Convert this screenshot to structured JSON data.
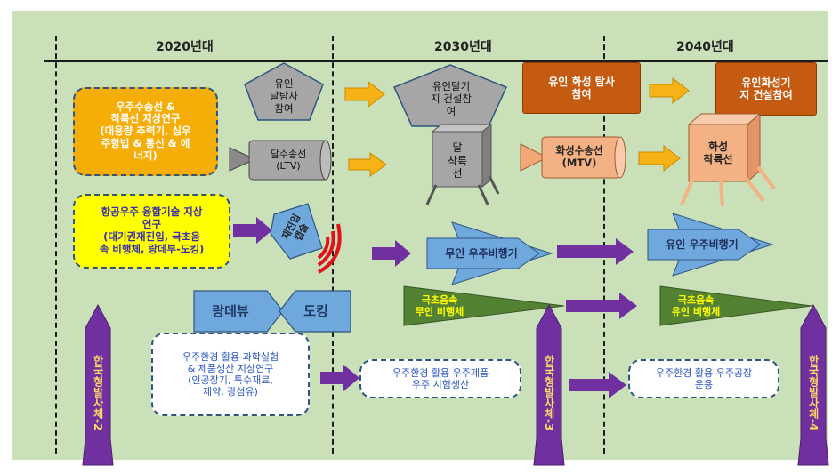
{
  "decades": [
    "2020년대",
    "2030년대",
    "2040년대"
  ],
  "col2020": {
    "orbit_box": "우주수송선 &\n착륙선 지상연구\n(대용량 추력기, 심우\n주항법 & 통신 &    에\n너지)",
    "manned_lunar_probe": "유인\n달탐사\n참여",
    "lunar_transfer_vehicle": "달수송선\n(LTV)",
    "aerospace_box": "항공우주 융합기술 지상\n연구\n(대기권재진입, 극초음\n속 비행체, 랑데부-도킹)",
    "reentry_capsule": "재진입\n캡슐",
    "rendezvous": "랑데뷰",
    "docking": "도킹",
    "space_env_box": "우주환경 활용 과학실험\n& 제품생산 지상연구\n(인공장기, 특수재료,\n제약, 광섬유)",
    "rocket": "한국형발사체-2"
  },
  "col2030": {
    "lunar_base": "유인달기\n지 건설참\n여",
    "lunar_lander": "달\n착륙\n선",
    "unmanned_spaceplane": "무인 우주비행기",
    "unmanned_hypersonic": "극초음속\n무인 비행체",
    "space_production": "우주환경 활용 우주제품\n우주 시험생산",
    "rocket": "한국형발사체-3"
  },
  "col2040": {
    "mars_exploration": "유인 화성 탐사\n참여",
    "mars_transfer_vehicle": "화성수송선\n(MTV)",
    "mars_base": "유인화성기\n지 건설참여",
    "mars_lander": "화성\n착륙선",
    "manned_spaceplane": "유인 우주비행기",
    "manned_hypersonic": "극초음속\n유인 비행체",
    "space_factory": "우주환경 활용 우주공장\n운용",
    "rocket": "한국형발사체-4"
  },
  "colors": {
    "panel": "#c9e0b8",
    "orange_box": "#f5ad08",
    "yellow_box": "#ffff00",
    "brown_box": "#c55a11",
    "gray_shape": "#a6a6a6",
    "blue_shape": "#6fa8dc",
    "peach_shape": "#f4b183",
    "green_wedge": "#548235",
    "purple": "#7030a0",
    "arrow_orange": "#f5b316",
    "signal_red": "#e0121b"
  }
}
